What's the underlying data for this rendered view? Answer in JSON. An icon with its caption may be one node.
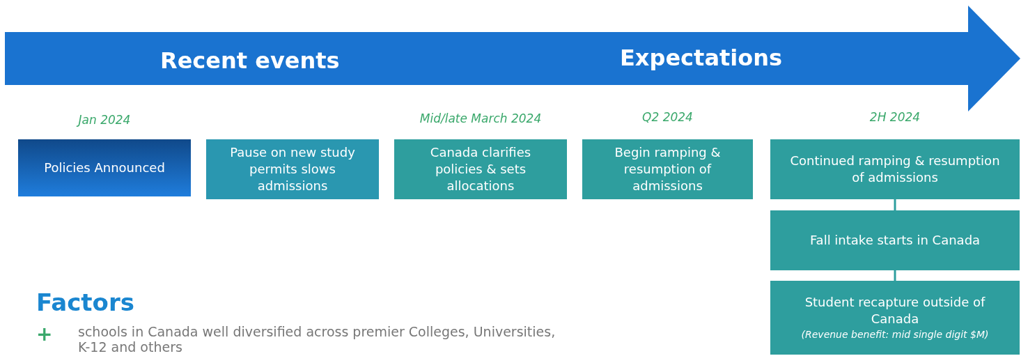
{
  "diagram": {
    "nodes": [
      {
        "text": [
          "Policies Announced"
        ],
        "beside": [
          "Jan 2024"
        ]
      },
      {
        "text": [
          "Pause on new study permits slows admissions"
        ]
      },
      {
        "text": [
          "Canada clarifies policies & sets allocations"
        ],
        "beside": [
          "Mid/late March 2024"
        ]
      },
      {
        "text": [
          "Begin ramping & resumption of admissions"
        ],
        "beside": [
          "Q2 2024"
        ]
      },
      {
        "text": [
          "Continued ramping & resumption of admissions"
        ],
        "beside": [
          "2H 2024"
        ]
      },
      {
        "text": [
          "Fall intake starts in Canada"
        ]
      },
      {
        "text": [
          "Student recapture outside of Canada",
          "(Revenue benefit: mid single digit $M)"
        ]
      }
    ],
    "edges": [
      {
        "from": 4,
        "to": 5,
        "arrow": "none"
      },
      {
        "from": 5,
        "to": 6,
        "arrow": "none"
      }
    ],
    "labels": [
      "Recent events",
      "Expectations",
      "Factors",
      "+",
      "schools in Canada well diversified across premier Colleges, Universities, K-12 and others"
    ]
  }
}
